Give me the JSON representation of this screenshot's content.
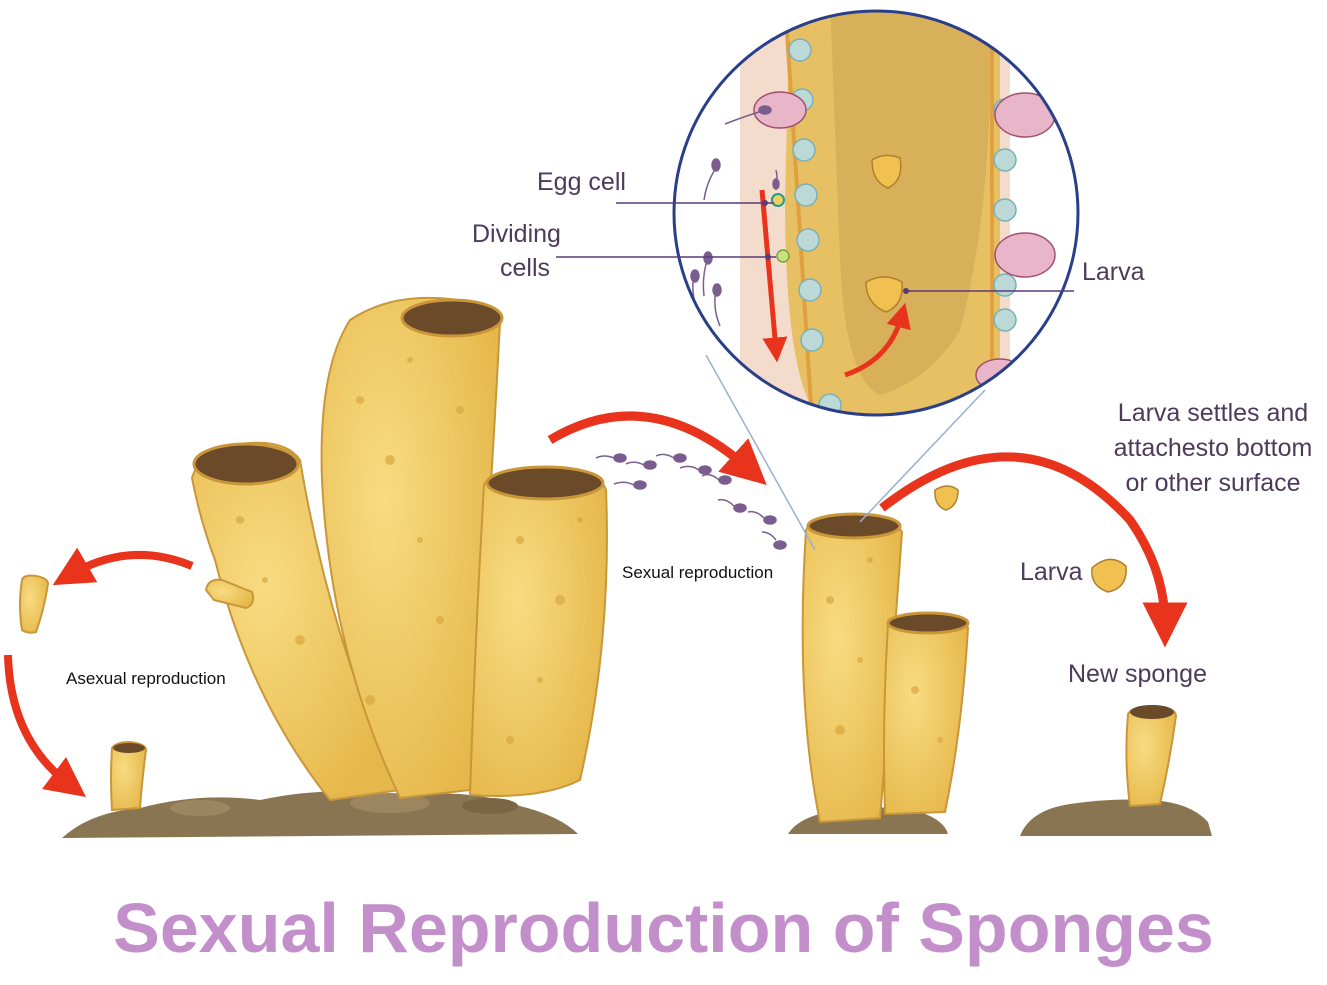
{
  "title": "Sexual Reproduction of Sponges",
  "labels": {
    "egg_cell": "Egg cell",
    "dividing_cells_line1": "Dividing",
    "dividing_cells_line2": "cells",
    "larva_inset": "Larva",
    "larva_settles_line1": "Larva settles and",
    "larva_settles_line2": "attachesto bottom",
    "larva_settles_line3": "or other surface",
    "larva": "Larva",
    "new_sponge": "New sponge",
    "sexual_reproduction": "Sexual reproduction",
    "asexual_reproduction": "Asexual reproduction"
  },
  "colors": {
    "sponge_fill": "#f2cf6a",
    "sponge_shade": "#e0b448",
    "sponge_outline": "#c9963a",
    "ground": "#8a7552",
    "arrow": "#e8341c",
    "sperm": "#7a5d8f",
    "inset_border": "#2a3f8a",
    "title": "#c38fcb"
  }
}
